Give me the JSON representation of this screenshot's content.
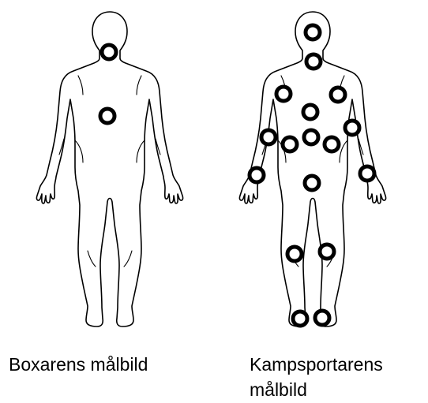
{
  "figures": [
    {
      "id": "boxer",
      "caption_lines": [
        "Boxarens målbild"
      ],
      "targets": [
        "neck",
        "solar-plexus"
      ]
    },
    {
      "id": "martial-artist",
      "caption_lines": [
        "Kampsportarens",
        "målbild"
      ],
      "targets": [
        "head",
        "neck",
        "left-shoulder",
        "right-shoulder",
        "chest",
        "left-elbow",
        "right-elbow",
        "left-ribs",
        "solar-plexus",
        "right-ribs",
        "left-wrist",
        "right-wrist",
        "groin",
        "left-knee",
        "right-knee",
        "left-ankle",
        "right-ankle"
      ]
    }
  ],
  "colors": {
    "outline": "#000000",
    "target_ring": "#000000",
    "background": "#ffffff"
  }
}
